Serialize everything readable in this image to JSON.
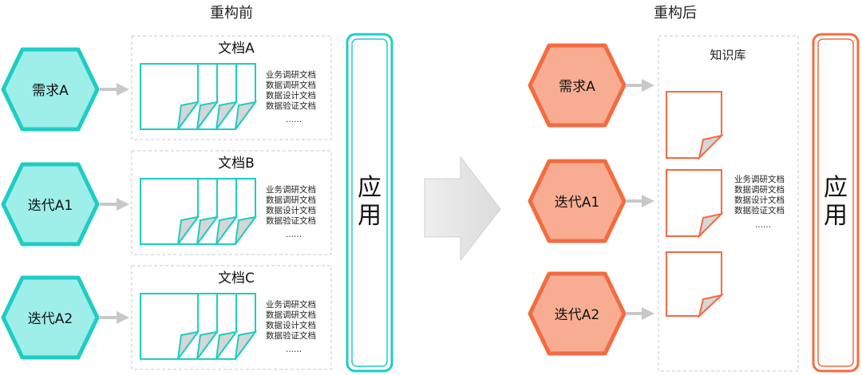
{
  "before": {
    "title": "重构前",
    "requirements": [
      {
        "label": "需求A",
        "doc_title": "文档A"
      },
      {
        "label": "迭代A1",
        "doc_title": "文档B"
      },
      {
        "label": "迭代A2",
        "doc_title": "文档C"
      }
    ],
    "doc_list": [
      "业务调研文档",
      "数据调研文档",
      "数据设计文档",
      "数据验证文档",
      "......"
    ],
    "app_label": [
      "应",
      "用"
    ]
  },
  "after": {
    "title": "重构后",
    "requirements": [
      {
        "label": "需求A"
      },
      {
        "label": "迭代A1"
      },
      {
        "label": "迭代A2"
      }
    ],
    "knowledge_base_title": "知识库",
    "doc_list": [
      "业务调研文档",
      "数据调研文档",
      "数据设计文档",
      "数据验证文档",
      "......"
    ],
    "app_label": [
      "应",
      "用"
    ]
  },
  "colors": {
    "teal_fill": "#9eeee9",
    "teal_stroke": "#1ecdc3",
    "orange_fill": "#f8ad92",
    "orange_stroke": "#f46b41",
    "arrow_gray": "#c8c8c8",
    "big_arrow_gray": "#e4e4e4",
    "dashed_border": "#c9c9c9"
  }
}
